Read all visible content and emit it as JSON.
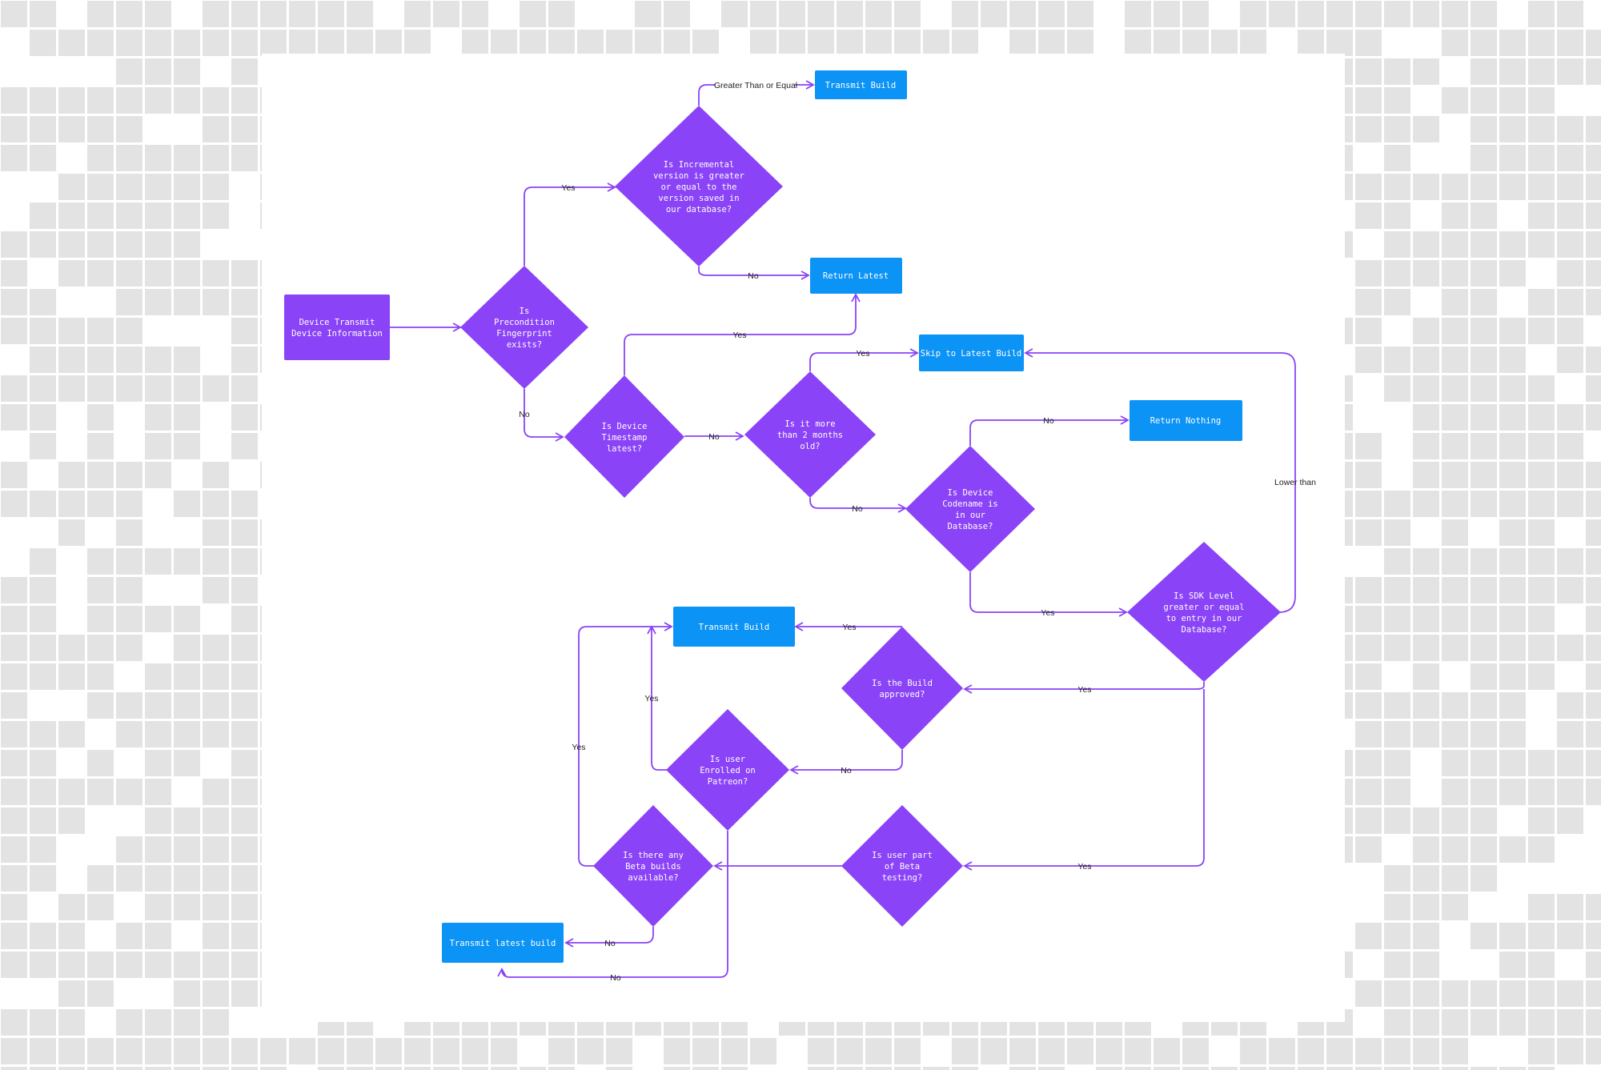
{
  "colors": {
    "decision": "#8a43f6",
    "terminal": "#0b93f6",
    "connector": "#8a43f6",
    "background_grid": "#e3e3e3",
    "canvas": "#ffffff"
  },
  "nodes": {
    "start": [
      "Device Transmit",
      "Device Information"
    ],
    "q_fingerprint": [
      "Is",
      "Precondition",
      "Fingerprint",
      "exists?"
    ],
    "q_incremental": [
      "Is Incremental",
      "version is greater",
      "or equal to the",
      "version saved in",
      "our database?"
    ],
    "r_transmit_build_top": [
      "Transmit Build"
    ],
    "r_return_latest": [
      "Return Latest"
    ],
    "q_timestamp": [
      "Is Device",
      "Timestamp",
      "latest?"
    ],
    "q_two_months": [
      "Is it more",
      "than 2 months",
      "old?"
    ],
    "r_skip_latest": [
      "Skip to Latest Build"
    ],
    "r_return_nothing": [
      "Return Nothing"
    ],
    "q_codename": [
      "Is Device",
      "Codename is",
      "in our",
      "Database?"
    ],
    "q_sdk": [
      "Is SDK Level",
      "greater or equal",
      "to entry in our",
      "Database?"
    ],
    "r_transmit_build_mid": [
      "Transmit Build"
    ],
    "q_build_approved": [
      "Is the Build",
      "approved?"
    ],
    "q_patreon": [
      "Is user",
      "Enrolled on",
      "Patreon?"
    ],
    "q_beta_part": [
      "Is user part",
      "of Beta",
      "testing?"
    ],
    "q_beta_available": [
      "Is there any",
      "Beta builds",
      "available?"
    ],
    "r_transmit_latest": [
      "Transmit latest build"
    ]
  },
  "edge_labels": {
    "ge": "Greater Than or Equal",
    "yes_incremental": "Yes",
    "no_incremental": "No",
    "no_fingerprint": "No",
    "yes_timestamp": "Yes",
    "no_timestamp": "No",
    "yes_two_months": "Yes",
    "no_two_months": "No",
    "no_codename": "No",
    "yes_codename": "Yes",
    "lower_than": "Lower than",
    "yes_sdk_approved": "Yes",
    "yes_sdk_beta": "Yes",
    "yes_approved": "Yes",
    "no_approved": "No",
    "yes_patreon": "Yes",
    "no_patreon": "No",
    "yes_beta_available": "Yes",
    "no_beta_available": "No"
  }
}
